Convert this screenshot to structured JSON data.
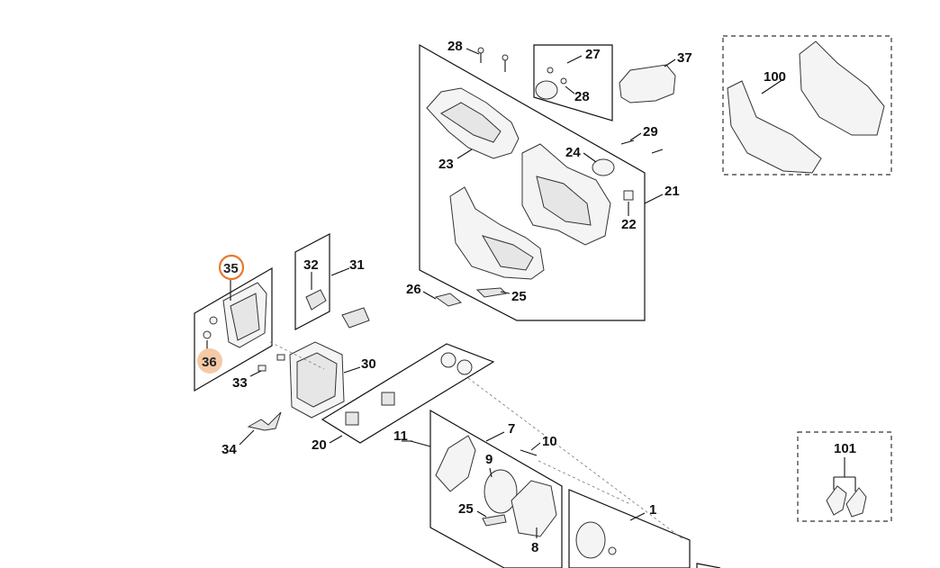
{
  "diagram": {
    "part_numbers": {
      "p1": "1",
      "p7": "7",
      "p8": "8",
      "p9": "9",
      "p10": "10",
      "p11": "11",
      "p20": "20",
      "p21": "21",
      "p22": "22",
      "p23": "23",
      "p24": "24",
      "p25a": "25",
      "p25b": "25",
      "p26": "26",
      "p27": "27",
      "p28a": "28",
      "p28b": "28",
      "p29": "29",
      "p30": "30",
      "p31": "31",
      "p32": "32",
      "p33": "33",
      "p34": "34",
      "p35": "35",
      "p36": "36",
      "p37": "37",
      "p100": "100",
      "p101": "101"
    },
    "highlighted": [
      "35",
      "36"
    ],
    "colors": {
      "highlight_ring": "#e8782f",
      "highlight_fill": "#f6c9a6",
      "line": "#111111"
    }
  }
}
